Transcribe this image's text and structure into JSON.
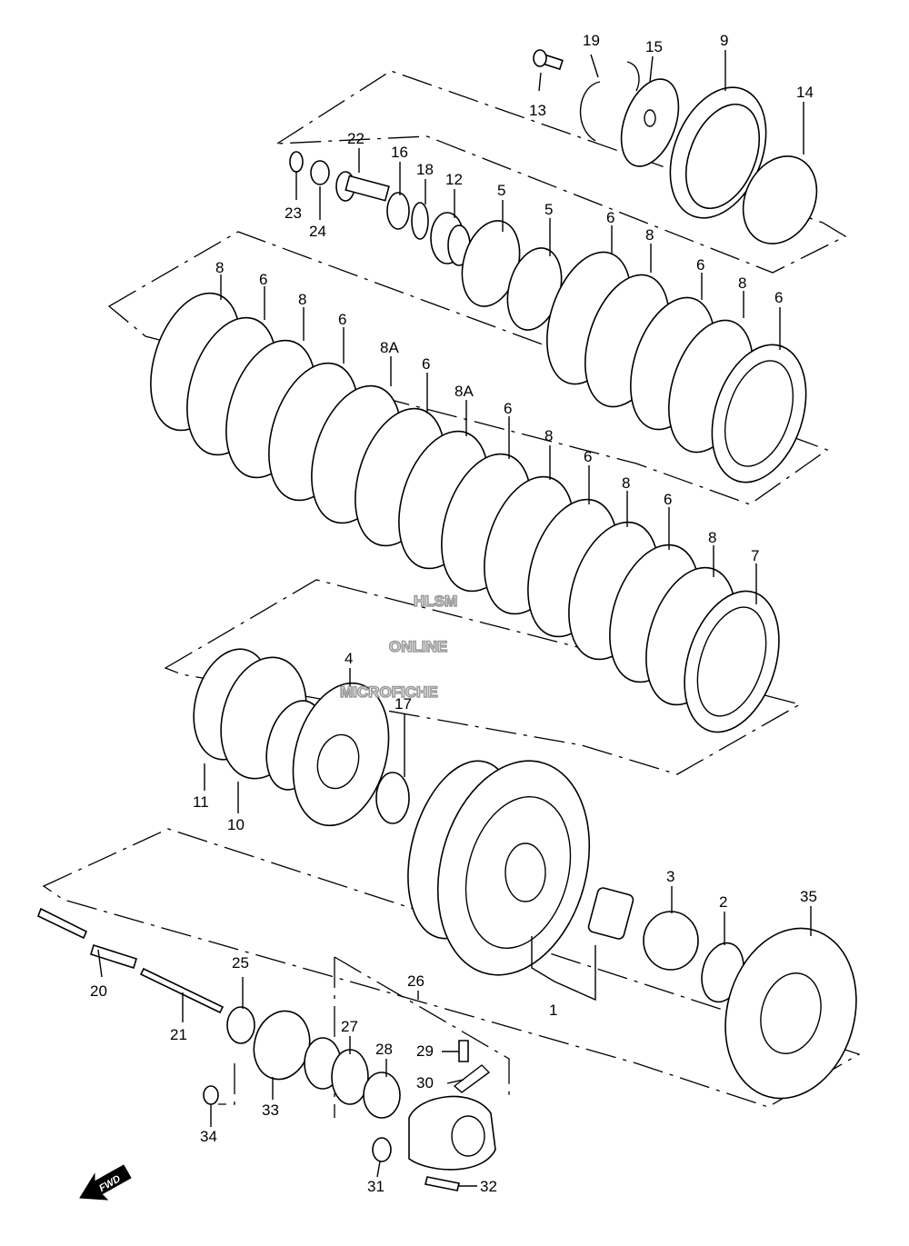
{
  "watermark": {
    "line1": "HLSM",
    "line2": "ONLINE",
    "line3": "MICROFICHE"
  },
  "fwd_label": "FWD",
  "callouts": [
    {
      "id": "c19",
      "label": "19"
    },
    {
      "id": "c15",
      "label": "15"
    },
    {
      "id": "c9",
      "label": "9"
    },
    {
      "id": "c14",
      "label": "14"
    },
    {
      "id": "c13",
      "label": "13"
    },
    {
      "id": "c22",
      "label": "22"
    },
    {
      "id": "c16",
      "label": "16"
    },
    {
      "id": "c18",
      "label": "18"
    },
    {
      "id": "c12",
      "label": "12"
    },
    {
      "id": "c23",
      "label": "23"
    },
    {
      "id": "c24",
      "label": "24"
    },
    {
      "id": "c5a",
      "label": "5"
    },
    {
      "id": "c5b",
      "label": "5"
    },
    {
      "id": "c6a",
      "label": "6"
    },
    {
      "id": "c8a",
      "label": "8"
    },
    {
      "id": "c6b",
      "label": "6"
    },
    {
      "id": "c8b",
      "label": "8"
    },
    {
      "id": "c6c",
      "label": "6"
    },
    {
      "id": "c8c",
      "label": "8"
    },
    {
      "id": "c6d",
      "label": "6"
    },
    {
      "id": "c8d",
      "label": "8"
    },
    {
      "id": "c6e",
      "label": "6"
    },
    {
      "id": "c8A1",
      "label": "8A"
    },
    {
      "id": "c6f",
      "label": "6"
    },
    {
      "id": "c8A2",
      "label": "8A"
    },
    {
      "id": "c6g",
      "label": "6"
    },
    {
      "id": "c8e",
      "label": "8"
    },
    {
      "id": "c6h",
      "label": "6"
    },
    {
      "id": "c8f",
      "label": "8"
    },
    {
      "id": "c6i",
      "label": "6"
    },
    {
      "id": "c8g",
      "label": "8"
    },
    {
      "id": "c7",
      "label": "7"
    },
    {
      "id": "c4",
      "label": "4"
    },
    {
      "id": "c17",
      "label": "17"
    },
    {
      "id": "c11",
      "label": "11"
    },
    {
      "id": "c10",
      "label": "10"
    },
    {
      "id": "c3",
      "label": "3"
    },
    {
      "id": "c2",
      "label": "2"
    },
    {
      "id": "c35",
      "label": "35"
    },
    {
      "id": "c1",
      "label": "1"
    },
    {
      "id": "c20",
      "label": "20"
    },
    {
      "id": "c21",
      "label": "21"
    },
    {
      "id": "c25",
      "label": "25"
    },
    {
      "id": "c26",
      "label": "26"
    },
    {
      "id": "c27",
      "label": "27"
    },
    {
      "id": "c28",
      "label": "28"
    },
    {
      "id": "c29",
      "label": "29"
    },
    {
      "id": "c30",
      "label": "30"
    },
    {
      "id": "c33",
      "label": "33"
    },
    {
      "id": "c34",
      "label": "34"
    },
    {
      "id": "c31",
      "label": "31"
    },
    {
      "id": "c32",
      "label": "32"
    }
  ]
}
